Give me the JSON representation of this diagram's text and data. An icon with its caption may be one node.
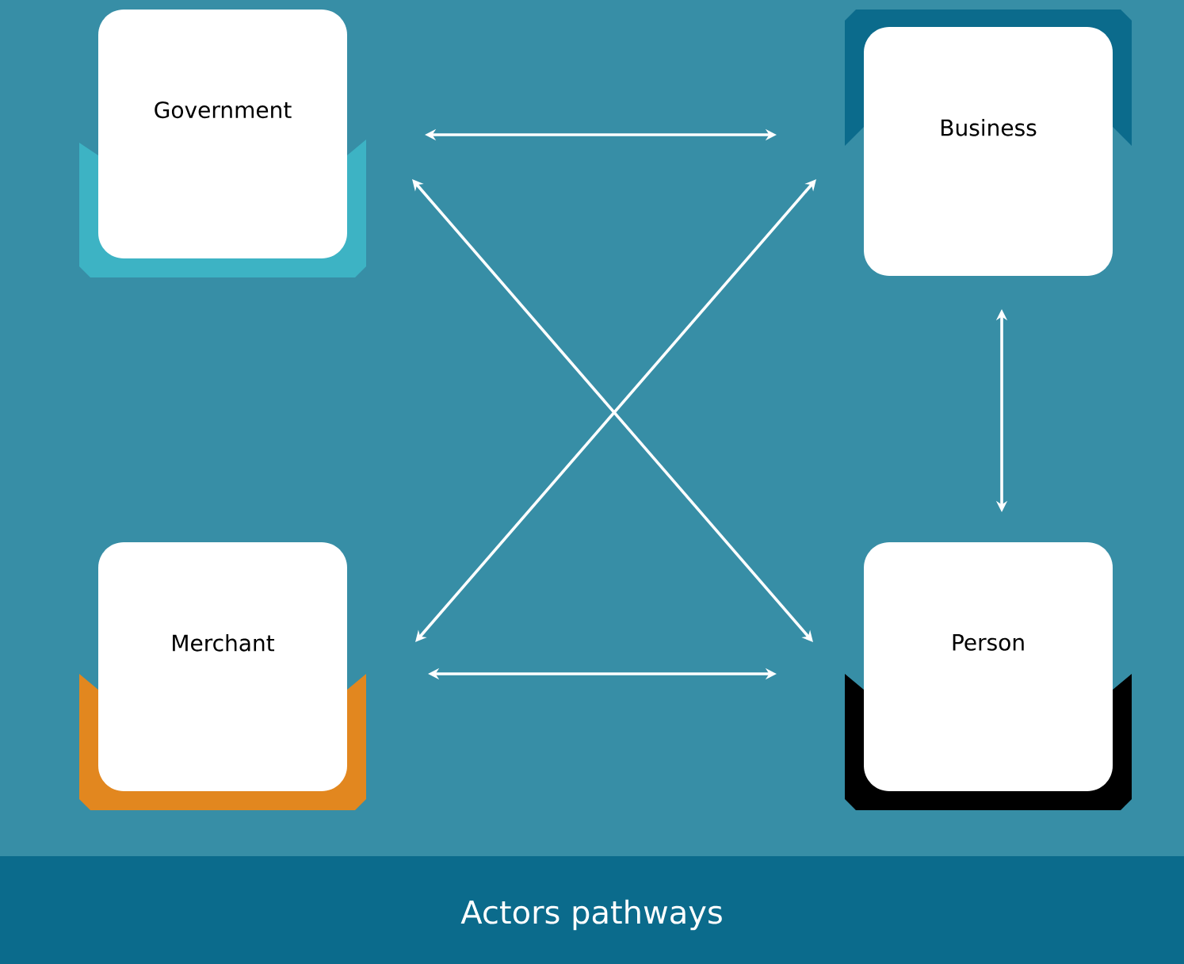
{
  "diagram": {
    "title": "Actors pathways",
    "nodes": [
      {
        "text": [
          "Government"
        ]
      },
      {
        "text": [
          "Business"
        ]
      },
      {
        "text": [
          "Merchant"
        ]
      },
      {
        "text": [
          "Person"
        ]
      }
    ],
    "edges": [
      {
        "from": 0,
        "to": 1,
        "arrow": "both"
      },
      {
        "from": 0,
        "to": 3,
        "arrow": "both"
      },
      {
        "from": 2,
        "to": 1,
        "arrow": "both"
      },
      {
        "from": 2,
        "to": 3,
        "arrow": "both"
      },
      {
        "from": 1,
        "to": 3,
        "arrow": "both"
      }
    ]
  }
}
